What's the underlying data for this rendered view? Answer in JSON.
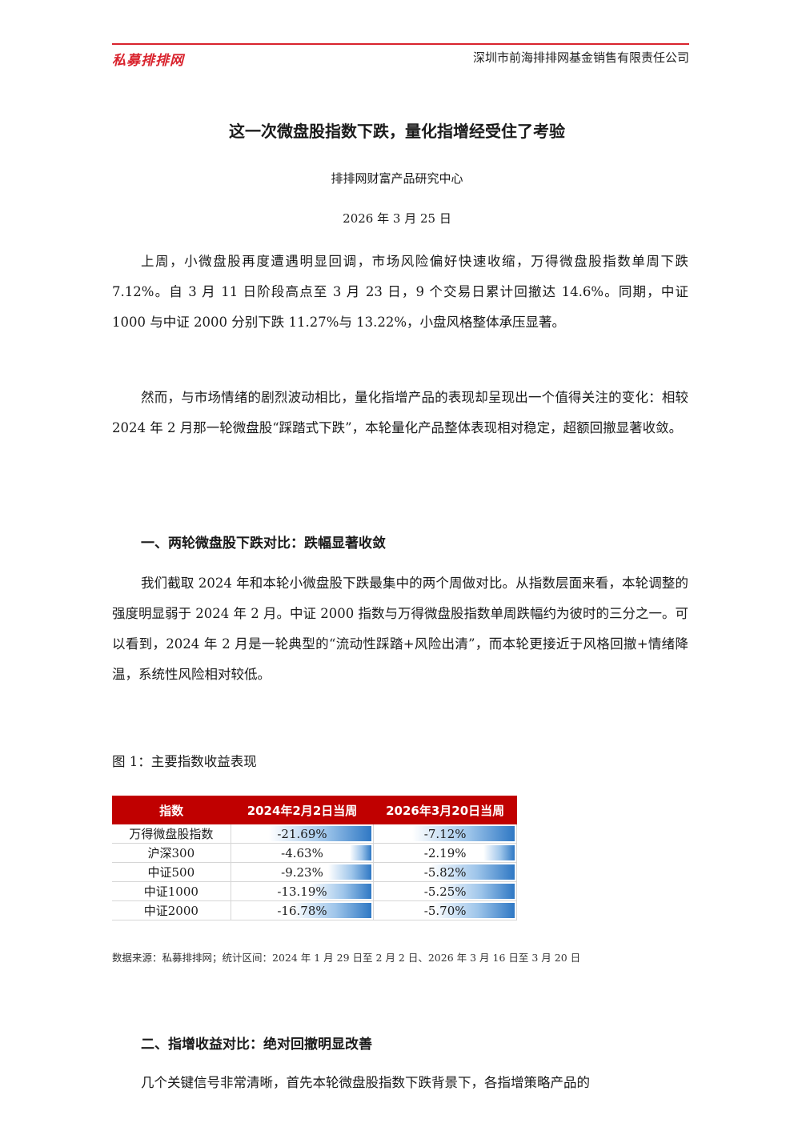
{
  "header": {
    "logo": "私募排排网",
    "company": "深圳市前海排排网基金销售有限责任公司",
    "accent_color": "#d9232d"
  },
  "title": "这一次微盘股指数下跌，量化指增经受住了考验",
  "author": "排排网财富产品研究中心",
  "date": "2026 年 3 月 25 日",
  "paragraphs": {
    "p1": "上周，小微盘股再度遭遇明显回调，市场风险偏好快速收缩，万得微盘股指数单周下跌 7.12%。自 3 月 11 日阶段高点至 3 月 23 日，9 个交易日累计回撤达 14.6%。同期，中证 1000 与中证 2000 分别下跌 11.27%与 13.22%，小盘风格整体承压显著。",
    "p2": "然而，与市场情绪的剧烈波动相比，量化指增产品的表现却呈现出一个值得关注的变化：相较 2024 年 2 月那一轮微盘股“踩踏式下跌”，本轮量化产品整体表现相对稳定，超额回撤显著收敛。",
    "p3": "我们截取 2024 年和本轮小微盘股下跌最集中的两个周做对比。从指数层面来看，本轮调整的强度明显弱于 2024 年 2 月。中证 2000 指数与万得微盘股指数单周跌幅约为彼时的三分之一。可以看到，2024 年 2 月是一轮典型的“流动性踩踏+风险出清”，而本轮更接近于风格回撤+情绪降温，系统性风险相对较低。",
    "p4": "几个关键信号非常清晰，首先本轮微盘股指数下跌背景下，各指增策略产品的"
  },
  "headings": {
    "h1": "一、两轮微盘股下跌对比：跌幅显著收敛",
    "h2": "二、指增收益对比：绝对回撤明显改善"
  },
  "figure": {
    "caption": "图 1：主要指数收益表现",
    "source": "数据来源：私募排排网；统计区间：2024 年 1 月 29 日至 2 月 2 日、2026 年 3 月 16 日至 3 月 20 日"
  },
  "table": {
    "header_color": "#c00000",
    "headers": [
      "指数",
      "2024年2月2日当周",
      "2026年3月20日当周"
    ],
    "rows": [
      {
        "name": "万得微盘股指数",
        "v2024": "-21.69%",
        "v2026": "-7.12%",
        "n2024": -21.69,
        "n2026": -7.12
      },
      {
        "name": "沪深300",
        "v2024": "-4.63%",
        "v2026": "-2.19%",
        "n2024": -4.63,
        "n2026": -2.19
      },
      {
        "name": "中证500",
        "v2024": "-9.23%",
        "v2026": "-5.82%",
        "n2024": -9.23,
        "n2026": -5.82
      },
      {
        "name": "中证1000",
        "v2024": "-13.19%",
        "v2026": "-5.25%",
        "n2024": -13.19,
        "n2026": -5.25
      },
      {
        "name": "中证2000",
        "v2024": "-16.78%",
        "v2026": "-5.70%",
        "n2024": -16.78,
        "n2026": -5.7
      }
    ]
  }
}
